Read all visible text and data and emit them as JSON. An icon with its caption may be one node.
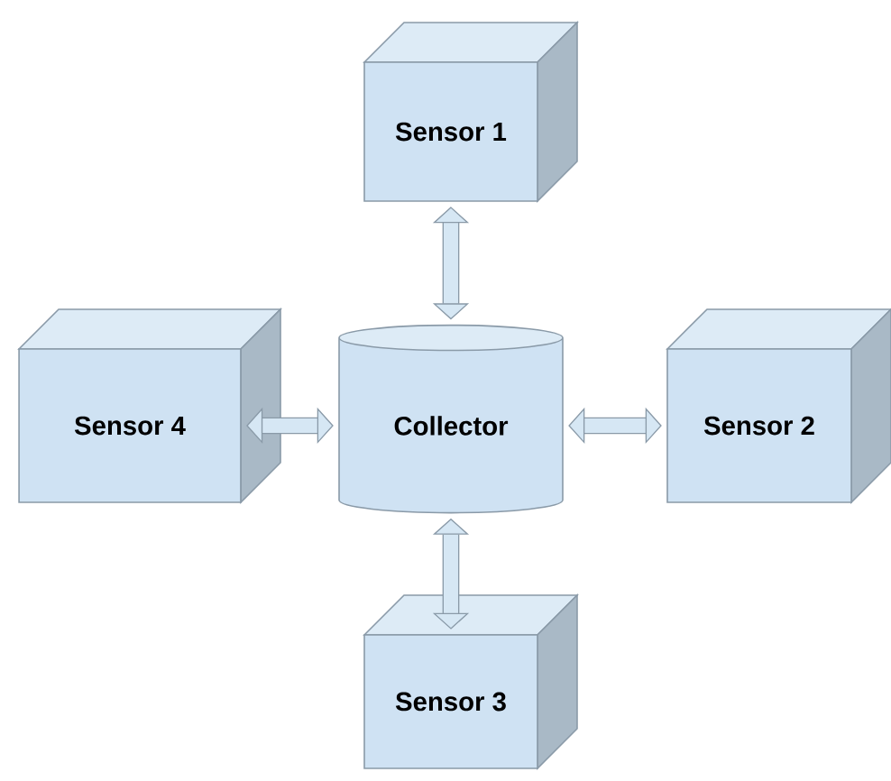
{
  "diagram": {
    "nodes": [
      {
        "text": [
          "Sensor 1"
        ]
      },
      {
        "text": [
          "Sensor 4"
        ]
      },
      {
        "text": [
          "Collector"
        ]
      },
      {
        "text": [
          "Sensor 2"
        ]
      },
      {
        "text": [
          "Sensor 3"
        ]
      }
    ],
    "edges": [
      {
        "from": 2,
        "to": 0,
        "arrow": "both"
      },
      {
        "from": 2,
        "to": 3,
        "arrow": "both"
      },
      {
        "from": 2,
        "to": 4,
        "arrow": "both"
      },
      {
        "from": 2,
        "to": 1,
        "arrow": "both"
      }
    ]
  }
}
